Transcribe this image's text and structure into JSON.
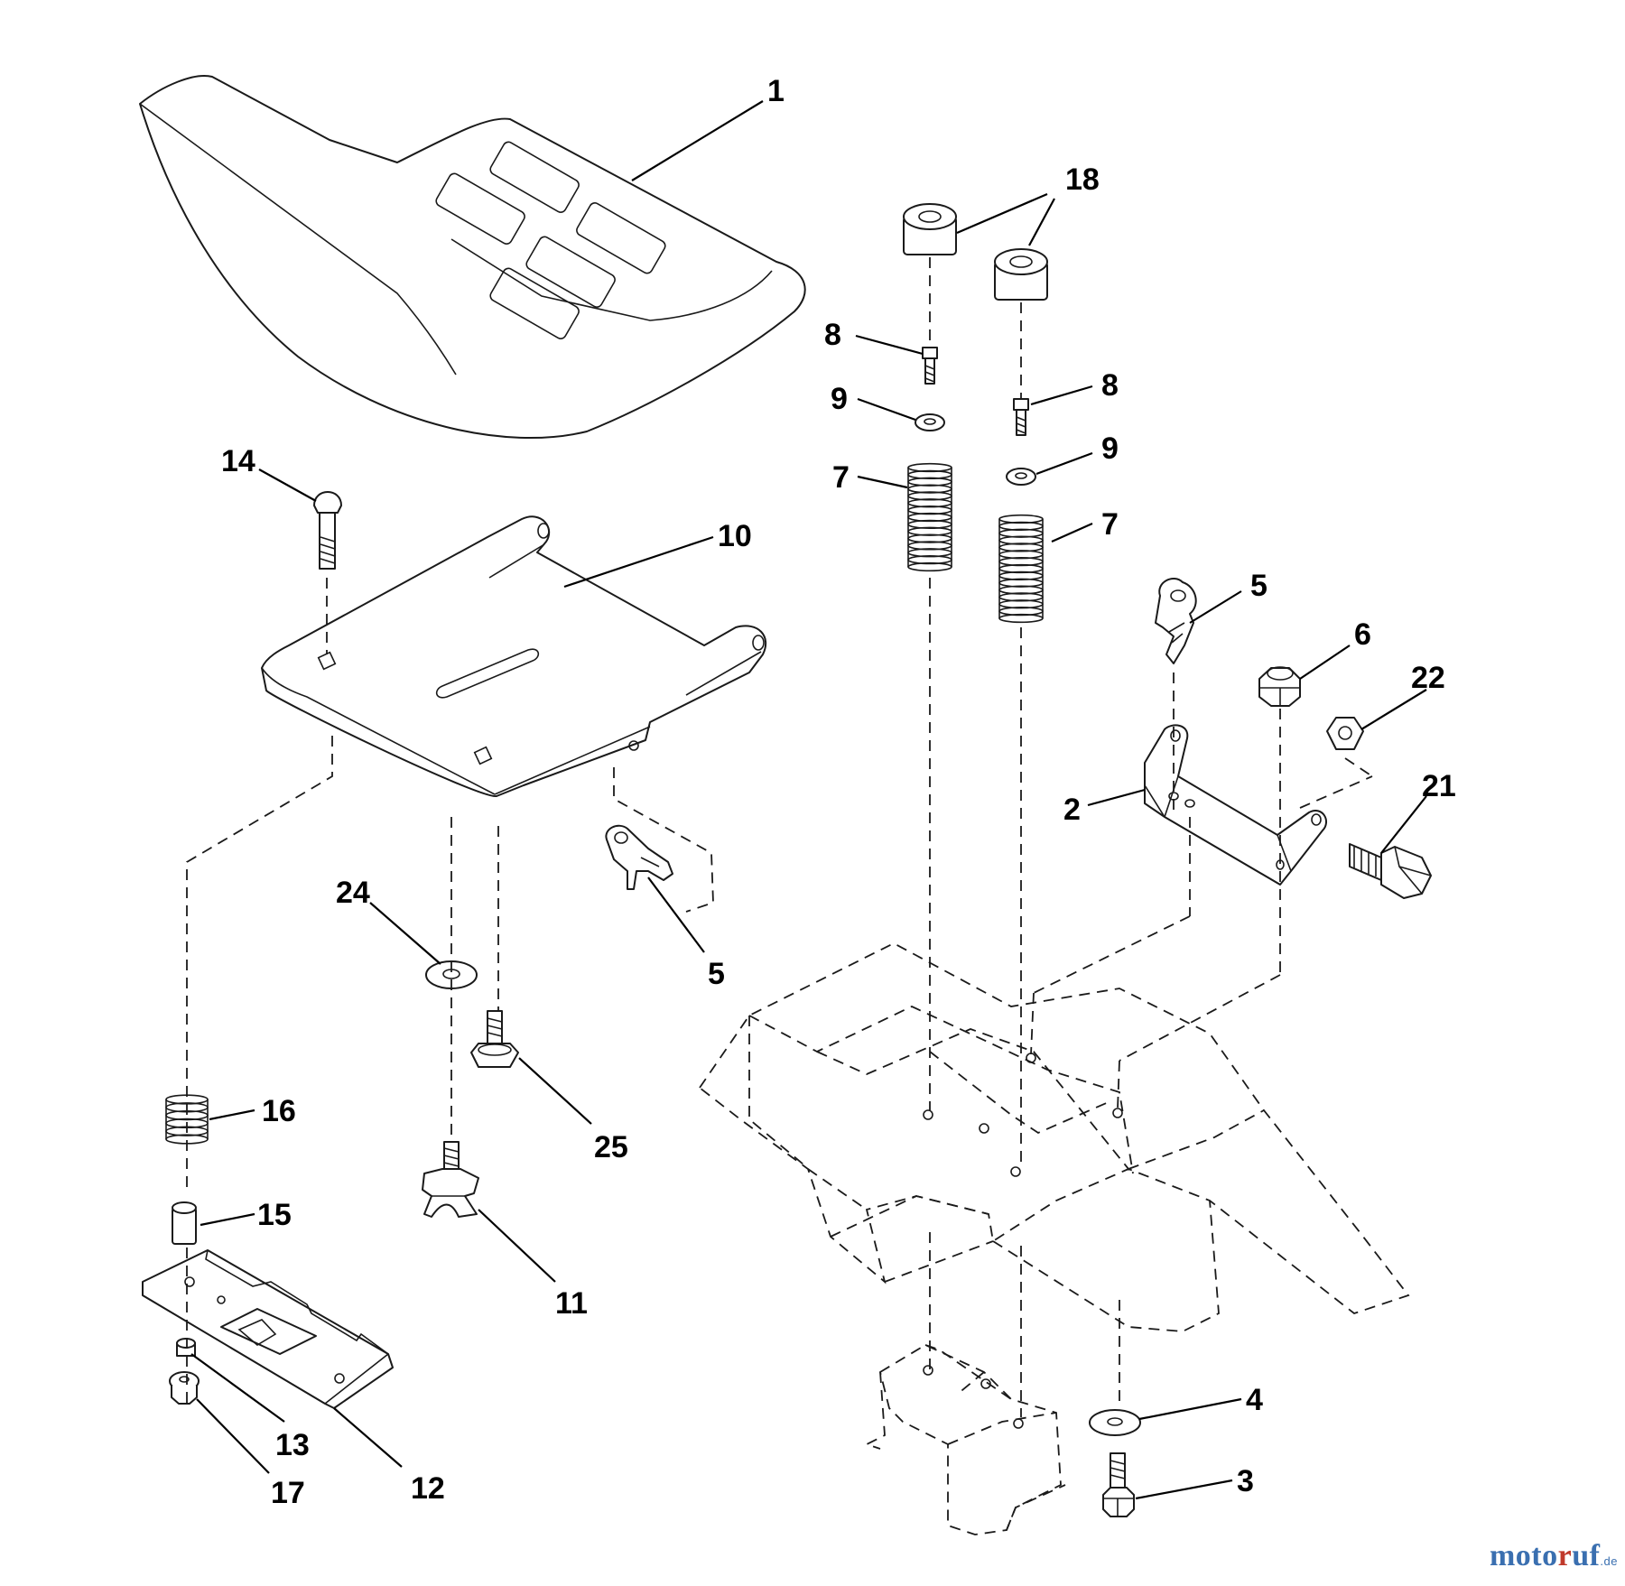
{
  "callouts": {
    "c1": "1",
    "c2": "2",
    "c3": "3",
    "c4": "4",
    "c5a": "5",
    "c5b": "5",
    "c6": "6",
    "c7a": "7",
    "c7b": "7",
    "c8a": "8",
    "c8b": "8",
    "c9a": "9",
    "c9b": "9",
    "c10": "10",
    "c11": "11",
    "c12": "12",
    "c13": "13",
    "c14": "14",
    "c15": "15",
    "c16": "16",
    "c17": "17",
    "c18": "18",
    "c21": "21",
    "c22": "22",
    "c24": "24",
    "c25": "25"
  },
  "watermark": {
    "part1": "moto",
    "part2": "r",
    "part3": "uf",
    "tld": ".de"
  },
  "colors": {
    "ink": "#1a1a1a",
    "watermark_blue": "#3a6fb0",
    "watermark_red": "#c0392b"
  }
}
